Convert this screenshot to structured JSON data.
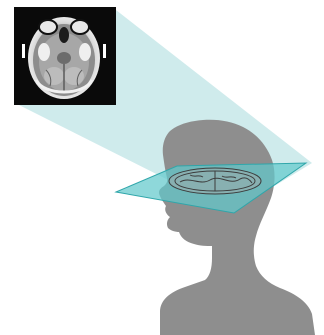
{
  "figure": {
    "ct_scan": {
      "icon": "axial-brain-ct-image"
    },
    "projection_beam": {
      "color": "#bfe4e6"
    },
    "scan_plane": {
      "color": "#62c9cc",
      "edge_color": "#2fa6aa"
    },
    "head_silhouette": {
      "icon": "human-head-silhouette",
      "color": "#8e8e8e"
    },
    "brain_slice": {
      "icon": "brain-cross-section-outline"
    }
  }
}
